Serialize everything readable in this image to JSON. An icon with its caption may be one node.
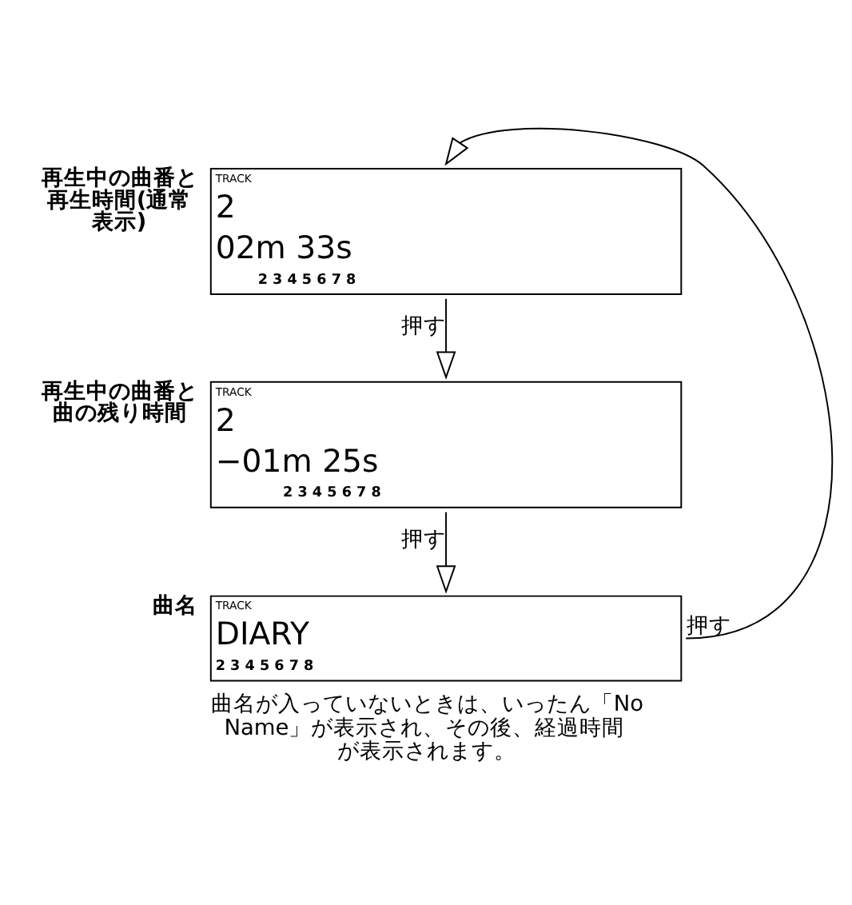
{
  "diagram": {
    "nodes": [
      {
        "text": [
          "TRACK",
          "2",
          "02m 33s",
          "2 3 4 5 6 7 8"
        ],
        "beside": [
          "再生中の曲番と再生時間(通常表示)"
        ]
      },
      {
        "text": [
          "TRACK",
          "2",
          "−01m 25s",
          "2 3 4 5 6 7 8"
        ],
        "beside": [
          "再生中の曲番と曲の残り時間"
        ]
      },
      {
        "text": [
          "TRACK",
          "DIARY",
          "2 3 4 5 6 7 8"
        ],
        "beside": [
          "曲名",
          "曲名が入っていないときは、いったん「No Name」が表示され、その後、経過時間が表示されます。"
        ]
      }
    ],
    "edges": [
      {
        "from": 0,
        "to": 1,
        "arrow": "to",
        "label": "押す"
      },
      {
        "from": 1,
        "to": 2,
        "arrow": "to",
        "label": "押す"
      },
      {
        "from": 2,
        "to": 0,
        "arrow": "to",
        "label": "押す"
      }
    ]
  }
}
